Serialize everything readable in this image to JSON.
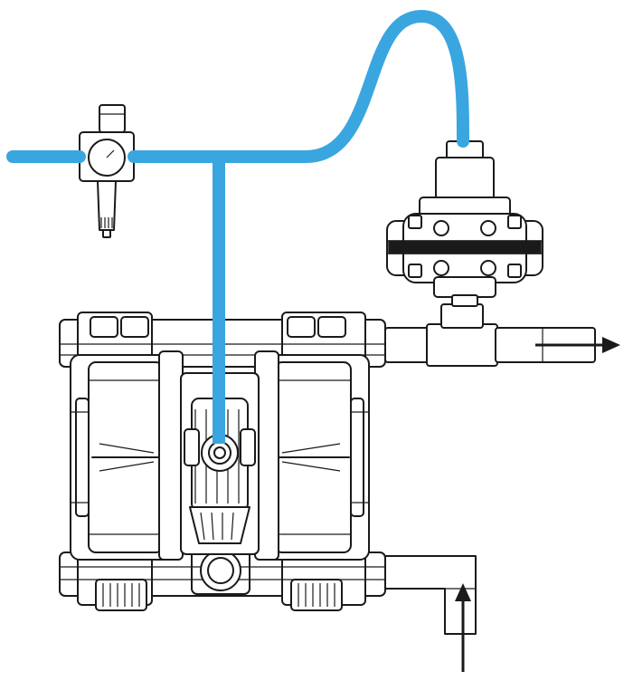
{
  "diagram": {
    "description_labels": [],
    "colors": {
      "air_line": "#3aa6e0",
      "line_art": "#1a1a1a",
      "background": "#ffffff"
    },
    "components": [
      "air-supply-line",
      "filter-regulator",
      "pressure-gauge",
      "air-operated-double-diaphragm-pump",
      "pulsation-dampener",
      "discharge-tee",
      "suction-elbow"
    ],
    "flow_arrows": [
      "discharge-outlet-arrow",
      "suction-inlet-arrow"
    ]
  }
}
